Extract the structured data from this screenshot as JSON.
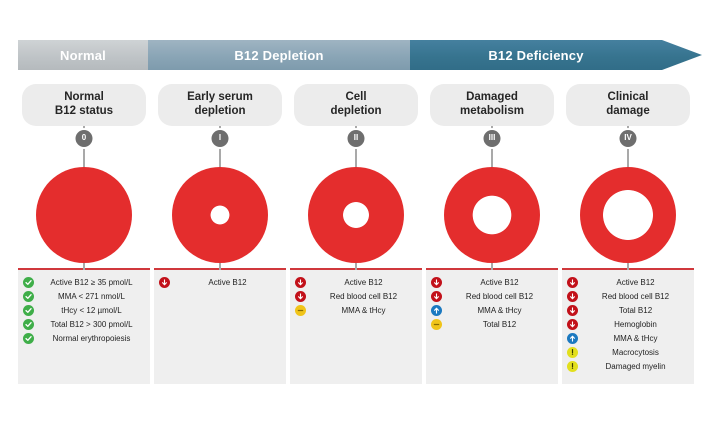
{
  "header": {
    "segments": [
      {
        "label": "Normal",
        "color": "#b9bec1"
      },
      {
        "label": "B12 Depletion",
        "color": "#8aa5b6"
      },
      {
        "label": "B12 Deficiency",
        "color": "#37748f"
      }
    ]
  },
  "colors": {
    "donut_red": "#e42d2d",
    "legend_rule": "#d0383c",
    "legend_bg": "#efefef",
    "pill_bg": "#ececec",
    "badge_bg": "#6e6e6e",
    "check_green": "#3fae49",
    "arrow_down_red": "#c2111a",
    "arrow_up_blue": "#1b79c0",
    "flat_yellow": "#f0c419",
    "warn_yellow": "#e2df1d"
  },
  "stages": [
    {
      "title_line1": "Normal",
      "title_line2": "B12 status",
      "badge": "0",
      "donut_outer": 96,
      "donut_inner": 0,
      "items": [
        {
          "icon": "check-icon",
          "label": "Active B12 ≥ 35 pmol/L"
        },
        {
          "icon": "check-icon",
          "label": "MMA < 271 nmol/L"
        },
        {
          "icon": "check-icon",
          "label": "tHcy < 12 µmol/L"
        },
        {
          "icon": "check-icon",
          "label": "Total B12 > 300 pmol/L"
        },
        {
          "icon": "check-icon",
          "label": "Normal erythropoiesis"
        }
      ]
    },
    {
      "title_line1": "Early serum",
      "title_line2": "depletion",
      "badge": "I",
      "donut_outer": 96,
      "donut_inner": 26,
      "items": [
        {
          "icon": "arrow-down-icon",
          "label": "Active B12"
        }
      ]
    },
    {
      "title_line1": "Cell",
      "title_line2": "depletion",
      "badge": "II",
      "donut_outer": 96,
      "donut_inner": 36,
      "items": [
        {
          "icon": "arrow-down-icon",
          "label": "Active B12"
        },
        {
          "icon": "arrow-down-icon",
          "label": "Red blood cell B12"
        },
        {
          "icon": "flat-icon",
          "label": "MMA & tHcy"
        }
      ]
    },
    {
      "title_line1": "Damaged",
      "title_line2": "metabolism",
      "badge": "III",
      "donut_outer": 96,
      "donut_inner": 54,
      "items": [
        {
          "icon": "arrow-down-icon",
          "label": "Active B12"
        },
        {
          "icon": "arrow-down-icon",
          "label": "Red blood cell B12"
        },
        {
          "icon": "arrow-up-icon",
          "label": "MMA & tHcy"
        },
        {
          "icon": "flat-icon",
          "label": "Total B12"
        }
      ]
    },
    {
      "title_line1": "Clinical",
      "title_line2": "damage",
      "badge": "IV",
      "donut_outer": 96,
      "donut_inner": 70,
      "items": [
        {
          "icon": "arrow-down-icon",
          "label": "Active B12"
        },
        {
          "icon": "arrow-down-icon",
          "label": "Red blood cell B12"
        },
        {
          "icon": "arrow-down-icon",
          "label": "Total B12"
        },
        {
          "icon": "arrow-down-icon",
          "label": "Hemoglobin"
        },
        {
          "icon": "arrow-up-icon",
          "label": "MMA & tHcy"
        },
        {
          "icon": "warning-icon",
          "label": "Macrocytosis"
        },
        {
          "icon": "warning-icon",
          "label": "Damaged myelin"
        }
      ]
    }
  ]
}
